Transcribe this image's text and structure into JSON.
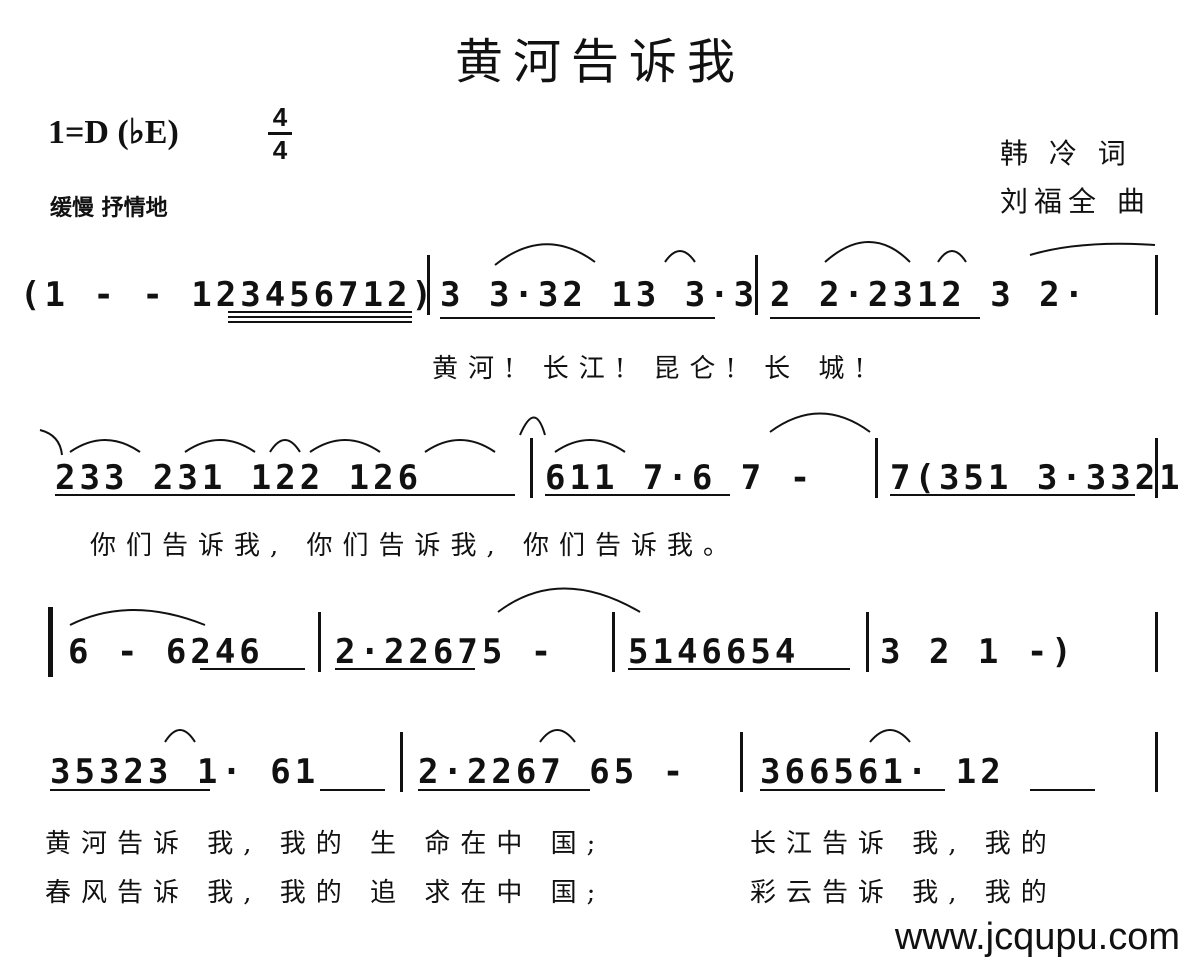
{
  "title": "黄河告诉我",
  "key_signature": "1=D (♭E)",
  "time_signature": {
    "top": "4",
    "bottom": "4"
  },
  "lyricist": "韩 冷 词",
  "composer": "刘福全 曲",
  "tempo": "缓慢  抒情地",
  "system1": {
    "notes_a": "(1  -  - 123456712)",
    "notes_b": "3 3·32 13 3·3",
    "notes_c": "2 2·2312 3 2·",
    "lyric": "黄河!   长江!   昆仑!   长   城!"
  },
  "system2": {
    "notes_a": "233 231 122 126",
    "notes_b": "611 7·6 7 -",
    "notes_c": "7(351 3·3321",
    "lyric": "你们告诉我,  你们告诉我,  你们告诉我。"
  },
  "system3": {
    "notes_a": "6 - 6246",
    "notes_b": "2·22675 -",
    "notes_c": "5146654",
    "notes_d": "3 2 1 -)"
  },
  "system4": {
    "notes_a": "35323 1·  61",
    "notes_b": "2·2267 65 -",
    "notes_c": "366561·  12",
    "lyric_1a": "黄河告诉  我,  我的 生 命在中  国;",
    "lyric_1b": "长江告诉  我,  我的",
    "lyric_2a": "春风告诉  我,  我的 追 求在中  国;",
    "lyric_2b": "彩云告诉  我,  我的"
  },
  "watermark": "www.jcqupu.com"
}
